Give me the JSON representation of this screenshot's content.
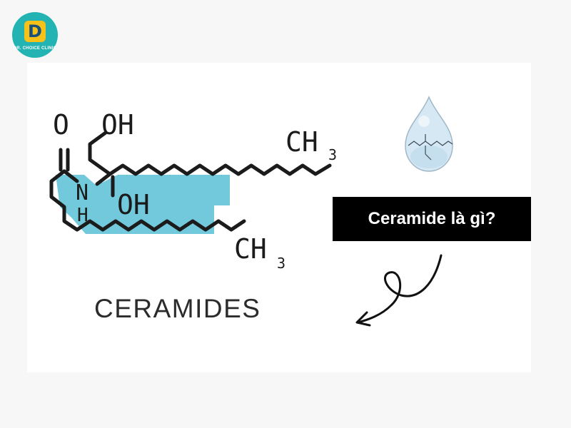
{
  "brand": {
    "logo_letter": "D",
    "logo_text": "DR. CHOICE CLINIC"
  },
  "molecule": {
    "labels": {
      "o": "O",
      "oh_top": "OH",
      "ch3_top": "CH",
      "ch3_top_sub": "3",
      "n": "N",
      "h": "H",
      "oh_mid": "OH",
      "ch3_bottom": "CH",
      "ch3_bottom_sub": "3"
    },
    "highlight_color": "#5bbfd6"
  },
  "title": "CERAMIDES",
  "question": "Ceramide là gì?",
  "colors": {
    "box": "#000000",
    "text_light": "#ffffff",
    "drop": "#cfe4f2"
  }
}
